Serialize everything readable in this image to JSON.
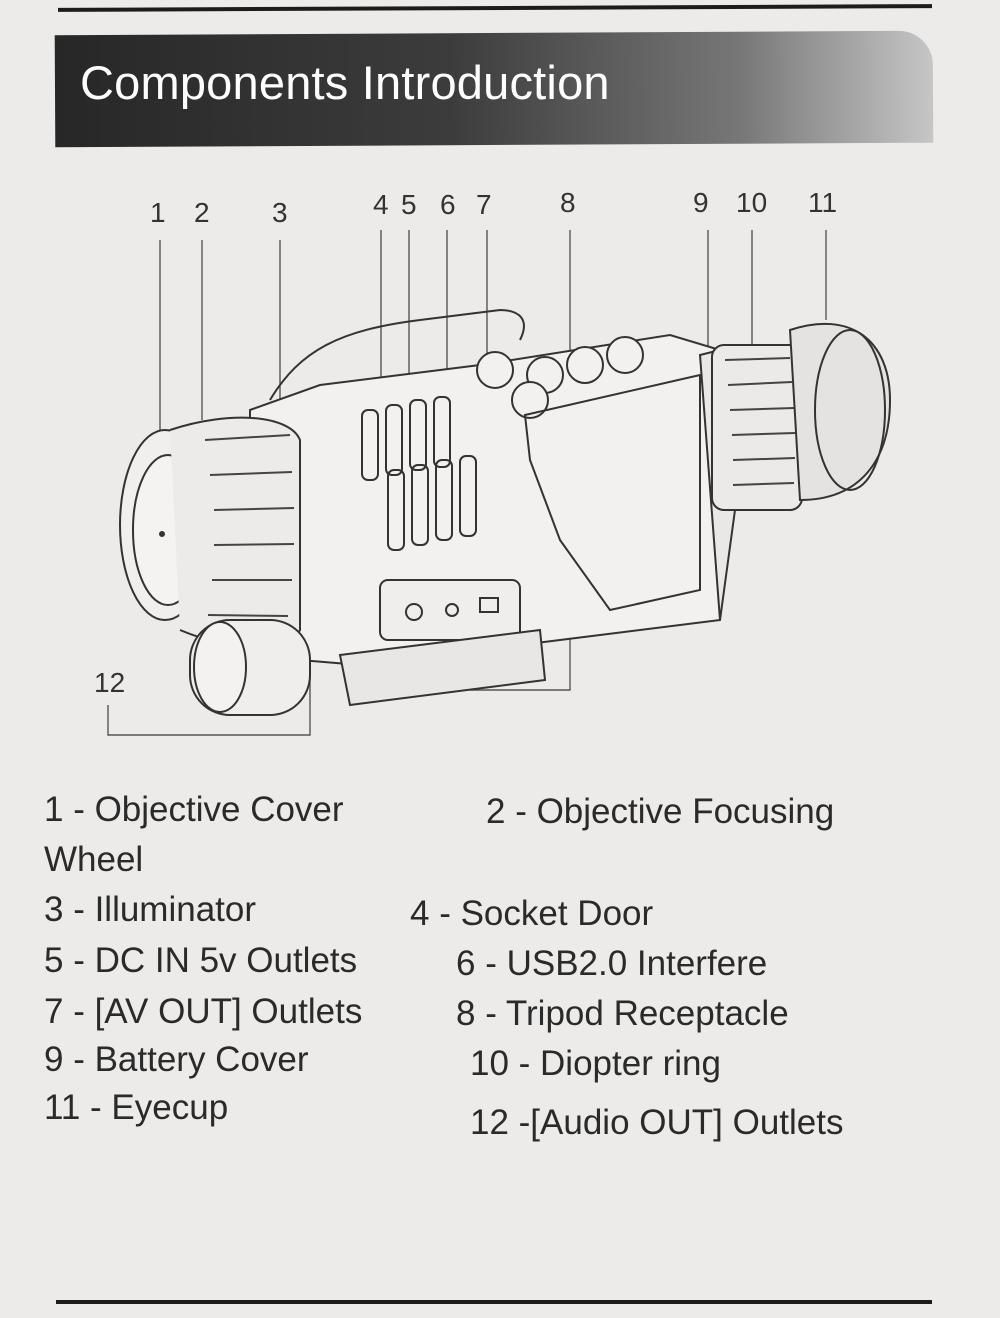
{
  "header": {
    "title": "Components Introduction"
  },
  "diagram": {
    "callouts": [
      "1",
      "2",
      "3",
      "4",
      "5",
      "6",
      "7",
      "8",
      "9",
      "10",
      "11",
      "12"
    ]
  },
  "legend": {
    "items": [
      {
        "id": "1",
        "text": "1 - Objective Cover"
      },
      {
        "id": "2",
        "text": "2 - Objective Focusing"
      },
      {
        "id": "2b",
        "text": "Wheel"
      },
      {
        "id": "3",
        "text": "3 - Illuminator"
      },
      {
        "id": "4",
        "text": "4 - Socket Door"
      },
      {
        "id": "5",
        "text": "5 - DC IN 5v Outlets"
      },
      {
        "id": "6",
        "text": "6 - USB2.0 Interfere"
      },
      {
        "id": "7",
        "text": "7 - [AV OUT] Outlets"
      },
      {
        "id": "8",
        "text": "8 - Tripod Receptacle"
      },
      {
        "id": "9",
        "text": "9 - Battery Cover"
      },
      {
        "id": "10",
        "text": "10 - Diopter ring"
      },
      {
        "id": "11",
        "text": "11 - Eyecup"
      },
      {
        "id": "12",
        "text": "12 -[Audio OUT] Outlets"
      }
    ]
  }
}
